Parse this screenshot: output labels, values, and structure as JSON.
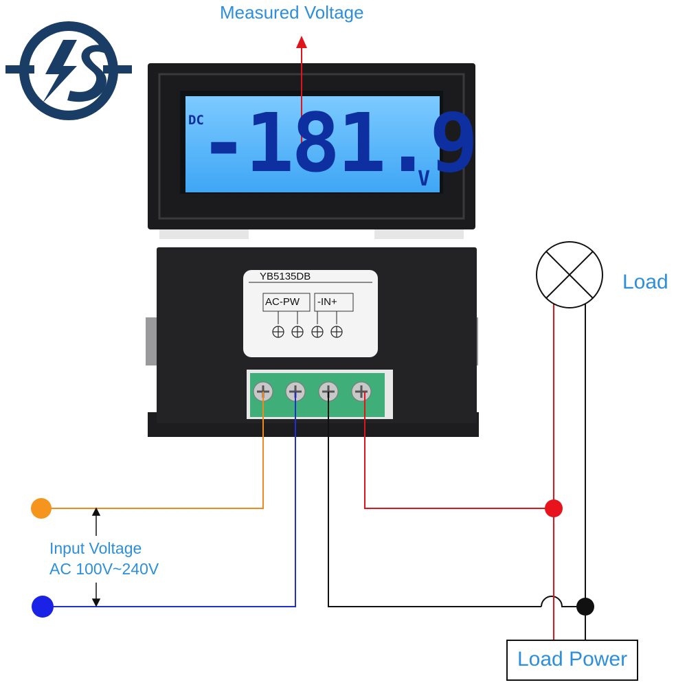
{
  "labels": {
    "measured_voltage": "Measured Voltage",
    "load": "Load",
    "input_voltage_line1": "Input Voltage",
    "input_voltage_line2": "AC 100V~240V",
    "load_power": "Load Power"
  },
  "display": {
    "mode": "DC",
    "reading": "-181.9",
    "unit": "V"
  },
  "module": {
    "model": "YB5135DB",
    "power_label": "AC-PW",
    "input_label": "-IN+"
  },
  "colors": {
    "accent": "#2d8fdc",
    "lcd_background": "#55b8ff",
    "lcd_digits": "#0d2fa0",
    "logo": "#1a3d66",
    "wire_ac_live": "#f08a1e",
    "wire_ac_neutral": "#1f2fd0",
    "wire_positive": "#e0151c",
    "wire_negative": "#111111",
    "terminal_block": "#3fae79"
  },
  "icons": {
    "logo": "lightning-s-logo-icon",
    "lamp": "lamp-symbol-icon",
    "terminal": "terminal-screw-icon"
  }
}
